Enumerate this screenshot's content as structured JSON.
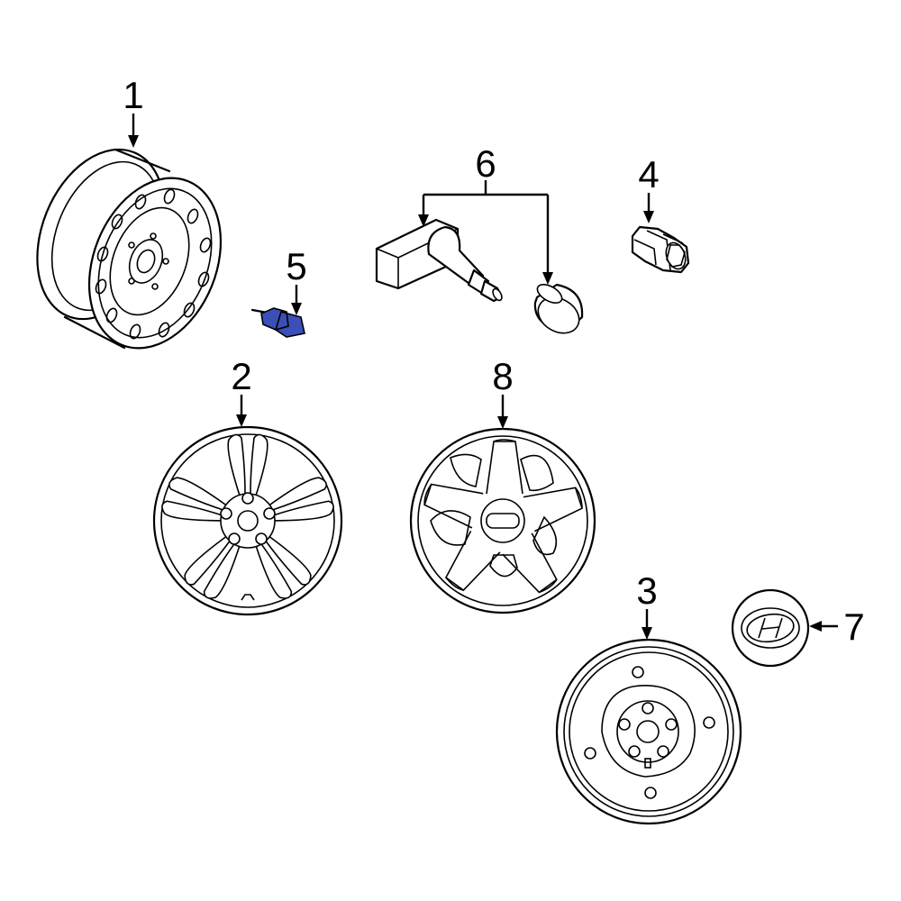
{
  "callouts": {
    "c1": "1",
    "c2": "2",
    "c3": "3",
    "c4": "4",
    "c5": "5",
    "c6": "6",
    "c7": "7",
    "c8": "8"
  },
  "colors": {
    "line": "#000000",
    "background": "#ffffff",
    "highlight_part": "#3b4fb8"
  }
}
